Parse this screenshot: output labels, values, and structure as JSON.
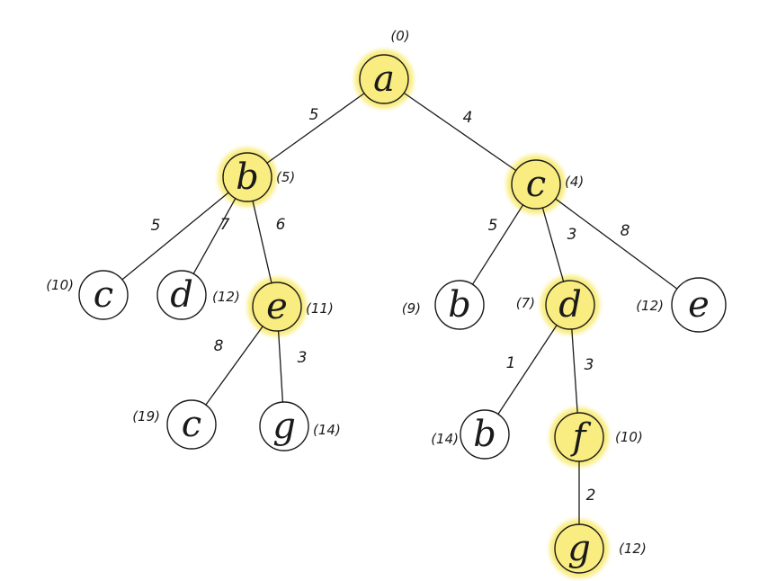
{
  "colors": {
    "highlight": "#f9ec7a",
    "ink": "#1a1a1a"
  },
  "nodes": [
    {
      "id": "a",
      "label": "a",
      "cost": "(0)",
      "highlighted": true
    },
    {
      "id": "b1",
      "label": "b",
      "cost": "(5)",
      "highlighted": true
    },
    {
      "id": "c1",
      "label": "c",
      "cost": "(4)",
      "highlighted": true
    },
    {
      "id": "c2",
      "label": "c",
      "cost": "(10)",
      "highlighted": false
    },
    {
      "id": "d1",
      "label": "d",
      "cost": "(12)",
      "highlighted": false
    },
    {
      "id": "e1",
      "label": "e",
      "cost": "(11)",
      "highlighted": true
    },
    {
      "id": "b2",
      "label": "b",
      "cost": "(9)",
      "highlighted": false
    },
    {
      "id": "d2",
      "label": "d",
      "cost": "(7)",
      "highlighted": true
    },
    {
      "id": "e2",
      "label": "e",
      "cost": "(12)",
      "highlighted": false
    },
    {
      "id": "c3",
      "label": "c",
      "cost": "(19)",
      "highlighted": false
    },
    {
      "id": "g1",
      "label": "g",
      "cost": "(14)",
      "highlighted": false
    },
    {
      "id": "b3",
      "label": "b",
      "cost": "(14)",
      "highlighted": false
    },
    {
      "id": "f1",
      "label": "f",
      "cost": "(10)",
      "highlighted": true
    },
    {
      "id": "g2",
      "label": "g",
      "cost": "(12)",
      "highlighted": true
    }
  ],
  "edges": [
    {
      "from": "a",
      "to": "b1",
      "weight": "5"
    },
    {
      "from": "a",
      "to": "c1",
      "weight": "4"
    },
    {
      "from": "b1",
      "to": "c2",
      "weight": "5"
    },
    {
      "from": "b1",
      "to": "d1",
      "weight": "7"
    },
    {
      "from": "b1",
      "to": "e1",
      "weight": "6"
    },
    {
      "from": "c1",
      "to": "b2",
      "weight": "5"
    },
    {
      "from": "c1",
      "to": "d2",
      "weight": "3"
    },
    {
      "from": "c1",
      "to": "e2",
      "weight": "8"
    },
    {
      "from": "e1",
      "to": "c3",
      "weight": "8"
    },
    {
      "from": "e1",
      "to": "g1",
      "weight": "3"
    },
    {
      "from": "d2",
      "to": "b3",
      "weight": "1"
    },
    {
      "from": "d2",
      "to": "f1",
      "weight": "3"
    },
    {
      "from": "f1",
      "to": "g2",
      "weight": "2"
    }
  ]
}
